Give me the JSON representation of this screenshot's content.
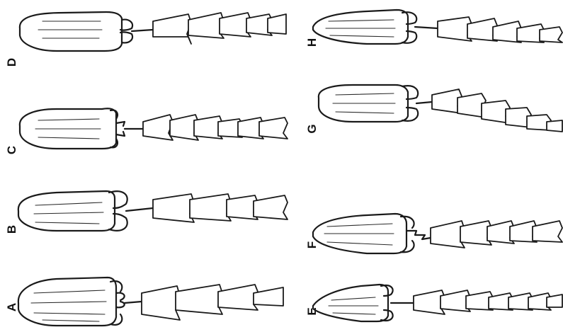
{
  "figure": {
    "panels": [
      {
        "id": "A",
        "label": "A"
      },
      {
        "id": "B",
        "label": "B"
      },
      {
        "id": "C",
        "label": "C"
      },
      {
        "id": "D",
        "label": "D"
      },
      {
        "id": "E",
        "label": "E"
      },
      {
        "id": "F",
        "label": "F"
      },
      {
        "id": "G",
        "label": "G"
      },
      {
        "id": "H",
        "label": "H"
      }
    ]
  }
}
